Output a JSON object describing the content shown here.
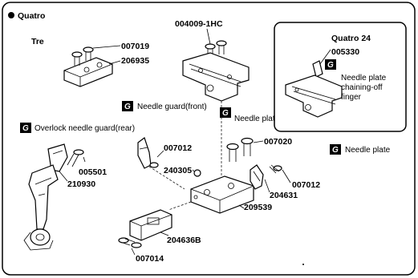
{
  "header": {
    "bullet_label": "Quatro",
    "sub_label": "Tre"
  },
  "inset": {
    "title": "Quatro 24",
    "part": "005330",
    "caption_line1": "Needle plate",
    "caption_line2": "chaining-off",
    "caption_line3": "finger"
  },
  "badge_letter": "G",
  "captions": {
    "overlock_guard": "Overlock needle guard(rear)",
    "needle_guard_front": "Needle guard(front)",
    "needle_plate_center": "Needle plate",
    "needle_plate_right": "Needle plate"
  },
  "parts": {
    "p007019": "007019",
    "p206935": "206935",
    "p004009": "004009-1HC",
    "p007012a": "007012",
    "p240305": "240305",
    "p007020": "007020",
    "p005501": "005501",
    "p210930": "210930",
    "p007012b": "007012",
    "p204631": "204631",
    "p209539": "209539",
    "p204636B": "204636B",
    "p007014": "007014"
  }
}
